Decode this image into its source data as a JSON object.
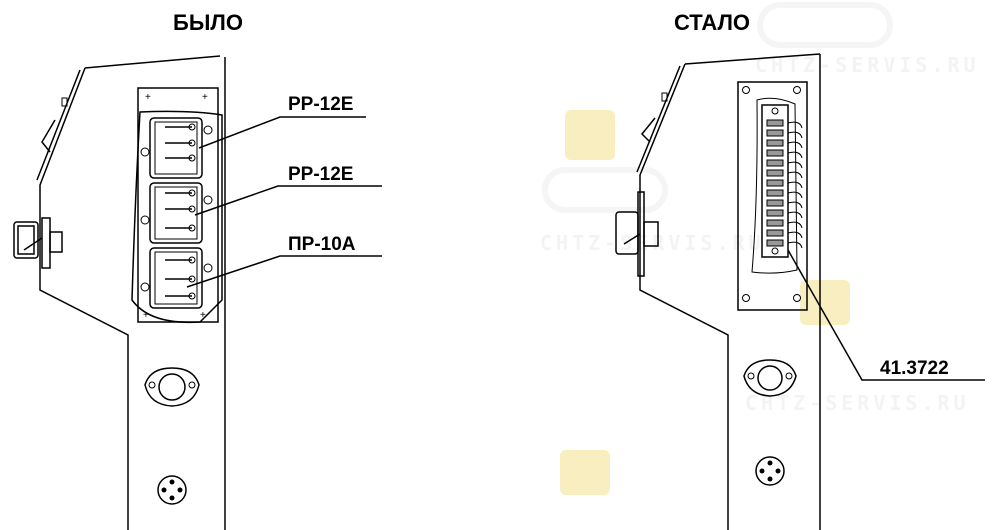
{
  "titles": {
    "before": "БЫЛО",
    "after": "СТАЛО"
  },
  "before_labels": [
    "РР-12Е",
    "РР-12Е",
    "ПР-10А"
  ],
  "after_labels": [
    "41.3722"
  ],
  "watermark": {
    "text": "CHTZ-SERVIS.RU",
    "color": "#f5e6a0"
  }
}
